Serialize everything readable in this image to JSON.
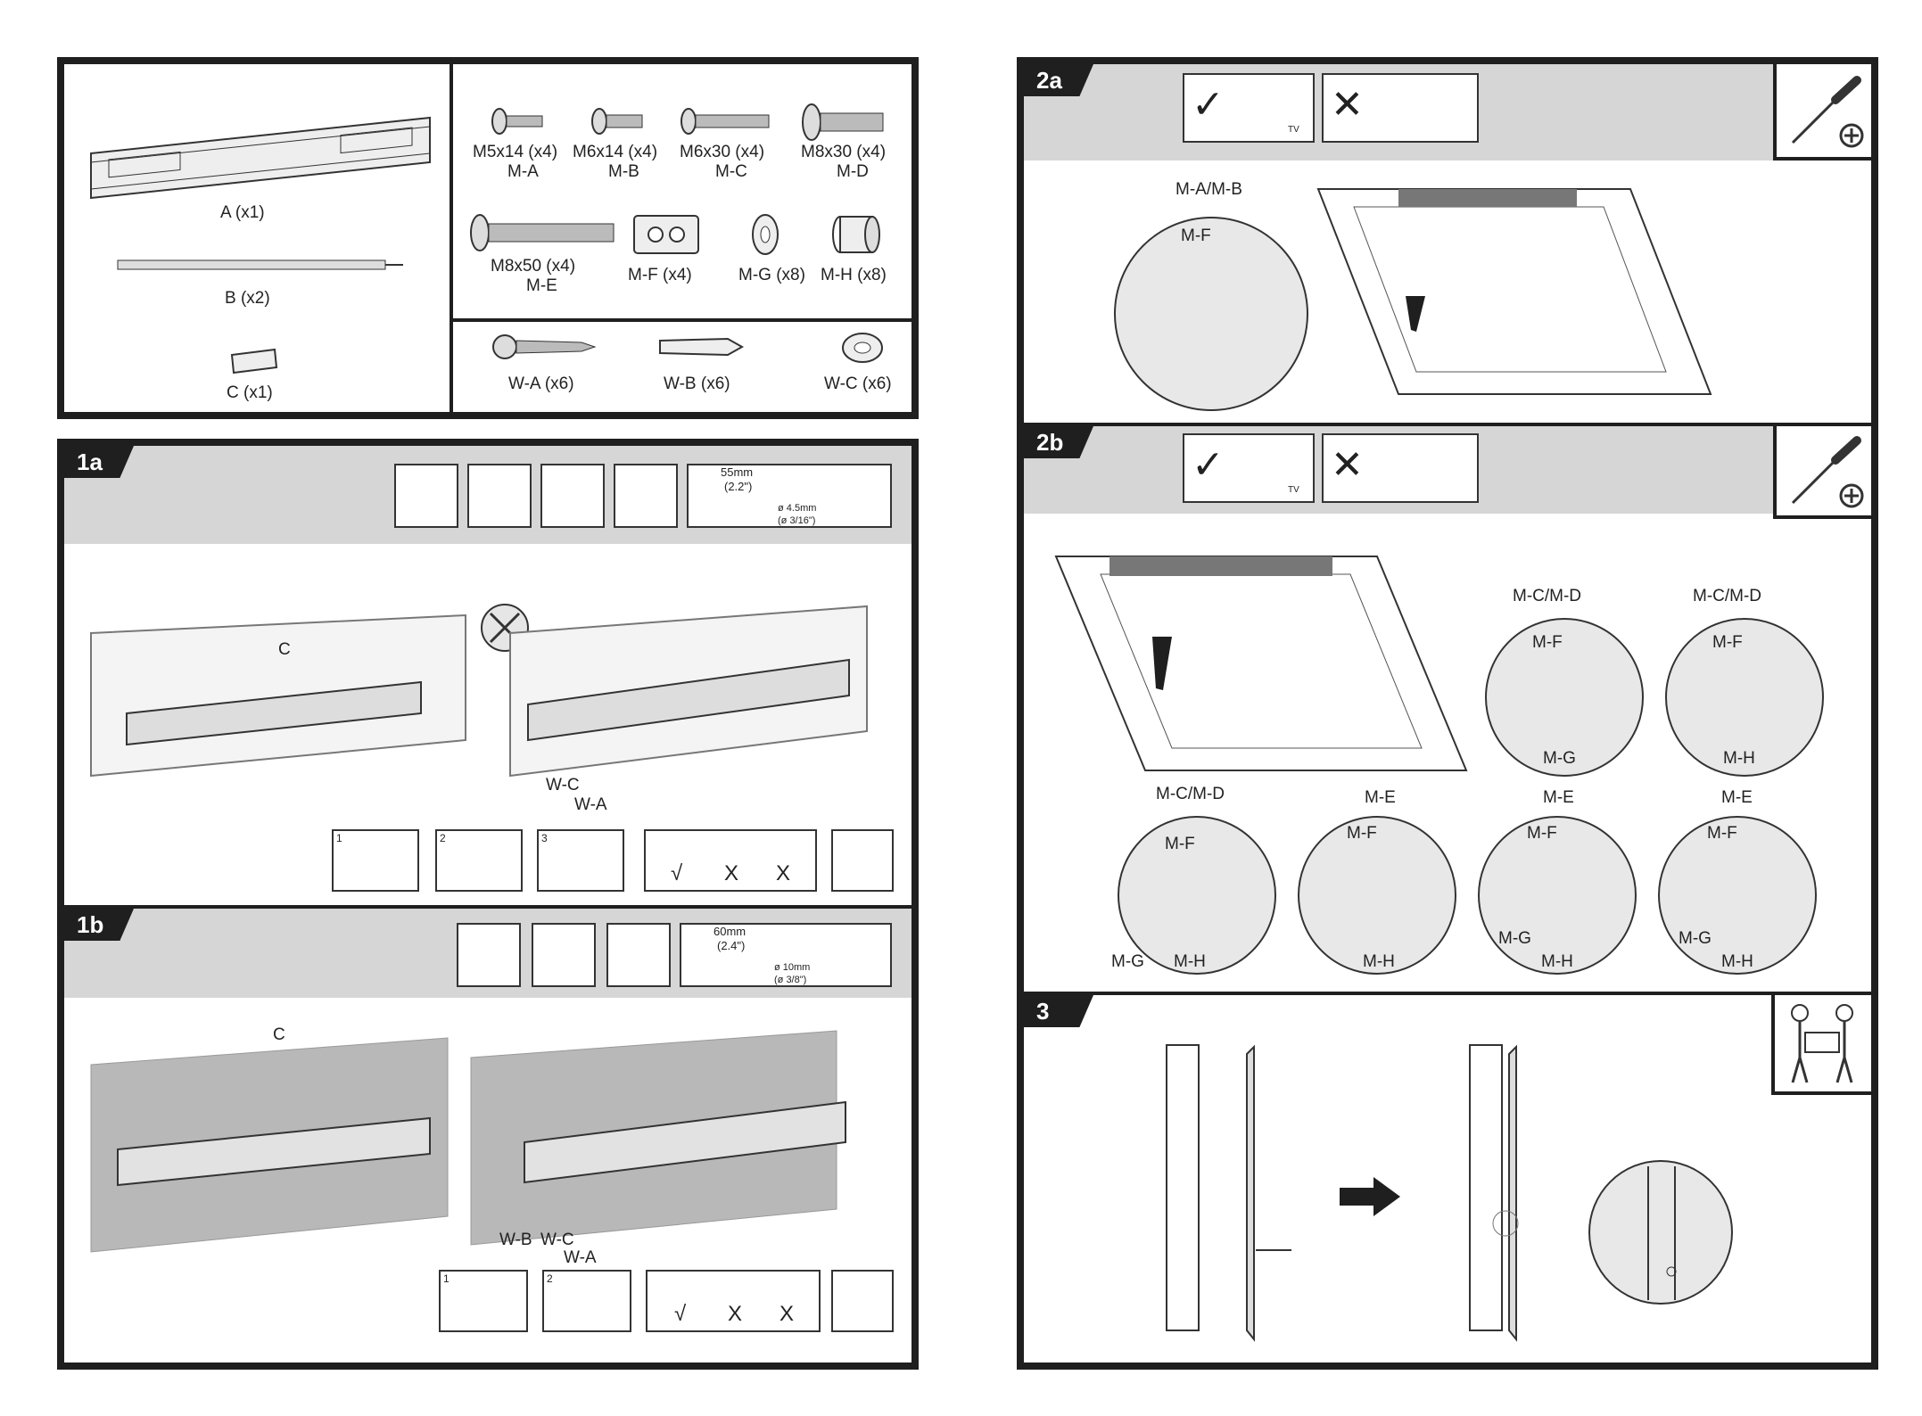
{
  "parts": {
    "a": "A (x1)",
    "b": "B (x2)",
    "c": "C (x1)",
    "m1": "M5x14 (x4)",
    "m1c": "M-A",
    "m2": "M6x14 (x4)",
    "m2c": "M-B",
    "m3": "M6x30 (x4)",
    "m3c": "M-C",
    "m4": "M8x30 (x4)",
    "m4c": "M-D",
    "m5": "M8x50 (x4)",
    "m5c": "M-E",
    "mf": "M-F (x4)",
    "mg": "M-G (x8)",
    "mh": "M-H (x8)",
    "wa": "W-A (x6)",
    "wb": "W-B (x6)",
    "wc": "W-C (x6)"
  },
  "s1a": {
    "tag": "1a",
    "drill": "55mm",
    "drill_in": "(2.2\")",
    "dia": "ø 4.5mm",
    "dia_in": "(ø 3/16\")",
    "c": "C",
    "wc": "W-C",
    "wa": "W-A",
    "n1": "1",
    "n2": "2",
    "n3": "3",
    "ok": "√",
    "x1": "X",
    "x2": "X"
  },
  "s1b": {
    "tag": "1b",
    "drill": "60mm",
    "drill_in": "(2.4\")",
    "dia": "ø 10mm",
    "dia_in": "(ø 3/8\")",
    "c": "C",
    "wb": "W-B",
    "wc": "W-C",
    "wa": "W-A",
    "n1": "1",
    "n2": "2",
    "ok": "√",
    "x1": "X",
    "x2": "X"
  },
  "s2a": {
    "tag": "2a",
    "tv": "TV",
    "mamb": "M-A/M-B",
    "mf": "M-F"
  },
  "s2b": {
    "tag": "2b",
    "tv": "TV",
    "c1": "M-C/M-D",
    "c1f": "M-F",
    "c1g": "M-G",
    "c2": "M-C/M-D",
    "c2f": "M-F",
    "c2h": "M-H",
    "c3": "M-C/M-D",
    "c3f": "M-F",
    "c3g": "M-G",
    "c3h": "M-H",
    "c4": "M-E",
    "c4f": "M-F",
    "c4h": "M-H",
    "c5": "M-E",
    "c5f": "M-F",
    "c5g": "M-G",
    "c5h": "M-H",
    "c6": "M-E",
    "c6f": "M-F",
    "c6g": "M-G",
    "c6h": "M-H"
  },
  "s3": {
    "tag": "3"
  }
}
